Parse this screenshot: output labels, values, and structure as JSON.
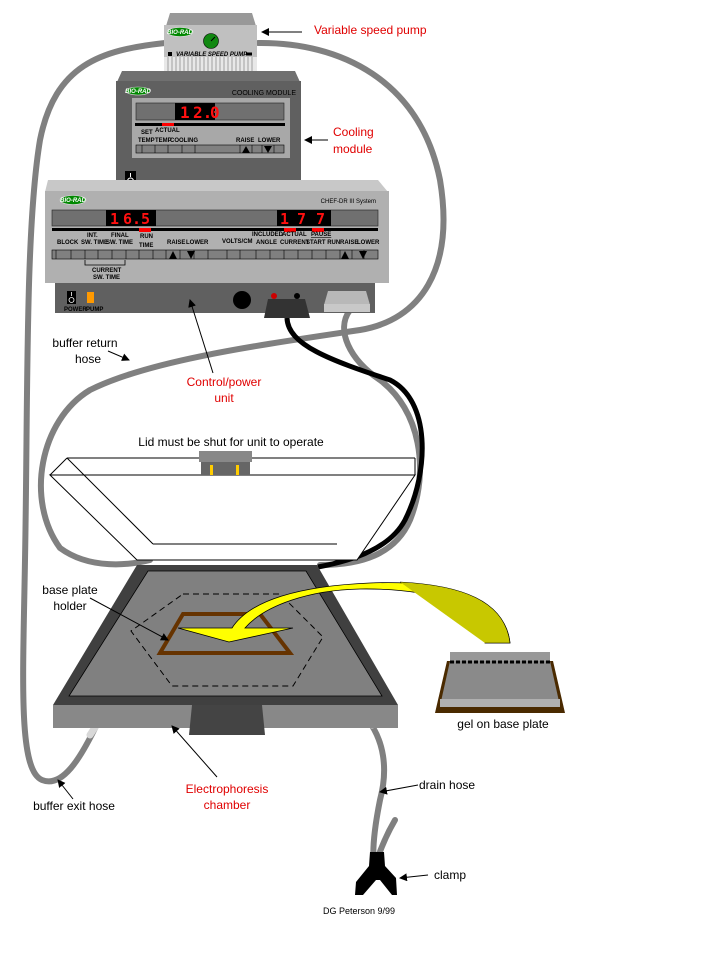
{
  "diagram": {
    "title": "CHEF-DR III pulsed-field electrophoresis apparatus",
    "credit": "DG Peterson 9/99",
    "colors": {
      "label_red": "#e00000",
      "display_digit": "#ff1010",
      "indicator_red": "#ff0000",
      "hose_gray": "#808080",
      "device_gray": "#a8a8a8",
      "dark_gray": "#606060",
      "gel_yellow": "#ffff00",
      "frame_brown": "#663300",
      "logo_green": "#008800"
    },
    "callouts": {
      "pump": "Variable speed pump",
      "cooling_line1": "Cooling",
      "cooling_line2": "module",
      "control_line1": "Control/power",
      "control_line2": "unit",
      "buffer_return_line1": "buffer return",
      "buffer_return_line2": "hose",
      "lid": "Lid must be shut for unit to operate",
      "base_plate_line1": "base plate",
      "base_plate_line2": "holder",
      "gel": "gel on base plate",
      "chamber_line1": "Electrophoresis",
      "chamber_line2": "chamber",
      "buffer_exit": "buffer exit hose",
      "drain": "drain hose",
      "clamp": "clamp"
    },
    "pump": {
      "logo": "BIO-RAD",
      "panel_text": "VARIABLE SPEED PUMP"
    },
    "cooling_module": {
      "logo": "BIO-RAD",
      "title": "COOLING MODULE",
      "display_digits": [
        "1",
        "2.",
        "0"
      ],
      "labels": {
        "set": "SET",
        "temp": "TEMP",
        "actual": "ACTUAL",
        "temp2": "TEMP",
        "cooling": "COOLING",
        "raise": "RAISE",
        "lower": "LOWER"
      }
    },
    "control_unit": {
      "logo": "BIO-RAD",
      "model": "CHEF-DR III System",
      "left_display": [
        "1",
        "6.",
        "5"
      ],
      "right_display": [
        "1",
        "7",
        "7"
      ],
      "labels": {
        "block": "BLOCK",
        "int_sw_time_1": "INT.",
        "int_sw_time_2": "SW. TIME",
        "final_sw_time_1": "FINAL",
        "final_sw_time_2": "SW. TIME",
        "run_time_1": "RUN",
        "run_time_2": "TIME",
        "raise_left": "RAISE",
        "lower_left": "LOWER",
        "volts_cm": "VOLTS/CM",
        "included_angle_1": "INCLUDED",
        "included_angle_2": "ANGLE",
        "actual_current_1": "ACTUAL",
        "actual_current_2": "CURRENT",
        "pause": "PAUSE",
        "start_run": "START RUN",
        "raise_right": "RAISE",
        "lower_right": "LOWER",
        "current_sw_time_1": "CURRENT",
        "current_sw_time_2": "SW. TIME",
        "power": "POWER",
        "pump": "PUMP"
      }
    }
  }
}
